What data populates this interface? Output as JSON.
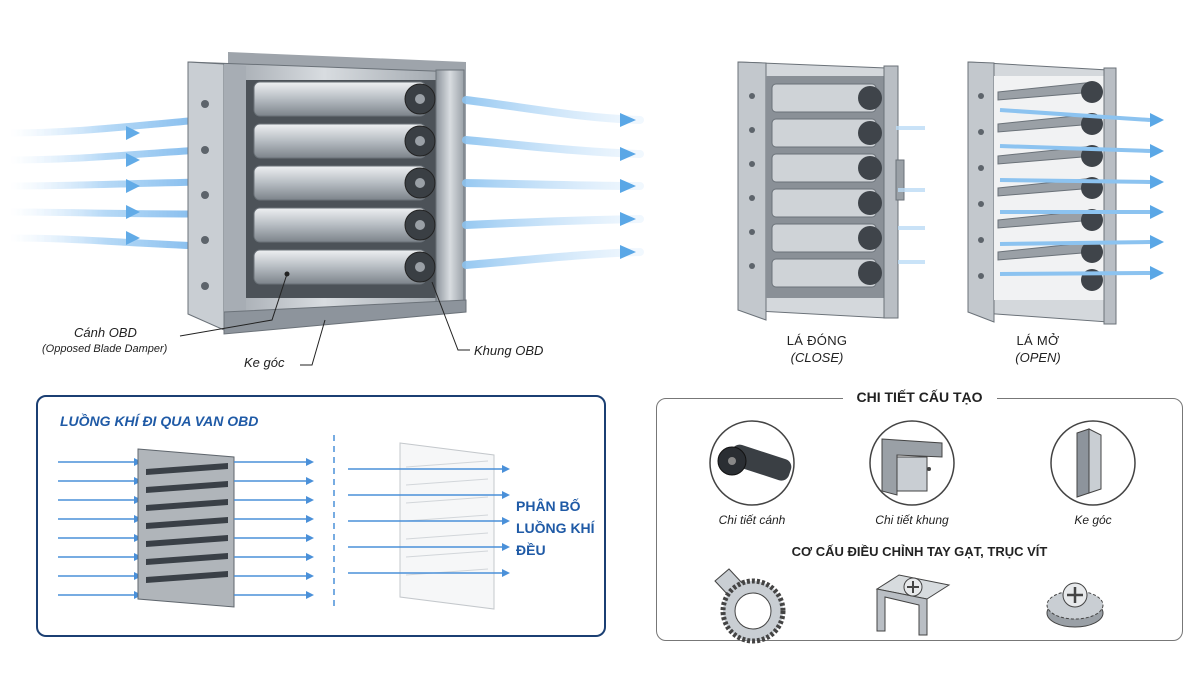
{
  "labels": {
    "canh_obd": "Cánh OBD",
    "canh_obd_sub": "(Opposed Blade Damper)",
    "ke_goc": "Ke góc",
    "khung_obd": "Khung OBD"
  },
  "states": [
    {
      "title": "LÁ ĐÓNG",
      "sub": "(CLOSE)"
    },
    {
      "title": "LÁ MỞ",
      "sub": "(OPEN)"
    }
  ],
  "airflow_panel": {
    "title": "LUỒNG KHÍ ĐI QUA VAN OBD",
    "dist_lines": [
      "PHÂN BỐ",
      "LUỒNG KHÍ",
      "ĐỀU"
    ]
  },
  "details_panel": {
    "title": "CHI TIẾT CẤU TẠO",
    "items": [
      {
        "icon": "blade-detail-icon",
        "caption": "Chi tiết cánh"
      },
      {
        "icon": "frame-detail-icon",
        "caption": "Chi tiết khung"
      },
      {
        "icon": "corner-bracket-icon",
        "caption": "Ke góc"
      }
    ],
    "mechanism_title": "CƠ CẤU ĐIỀU CHỈNH TAY GẠT, TRỤC VÍT",
    "mechanisms": [
      "lever-gear-icon",
      "bracket-screw-icon",
      "worm-knob-icon"
    ]
  },
  "colors": {
    "accent_blue": "#1f5aa6",
    "border_navy": "#1b3f73",
    "air_blue": "#5aa7e6",
    "metal": "#b9bec4"
  }
}
